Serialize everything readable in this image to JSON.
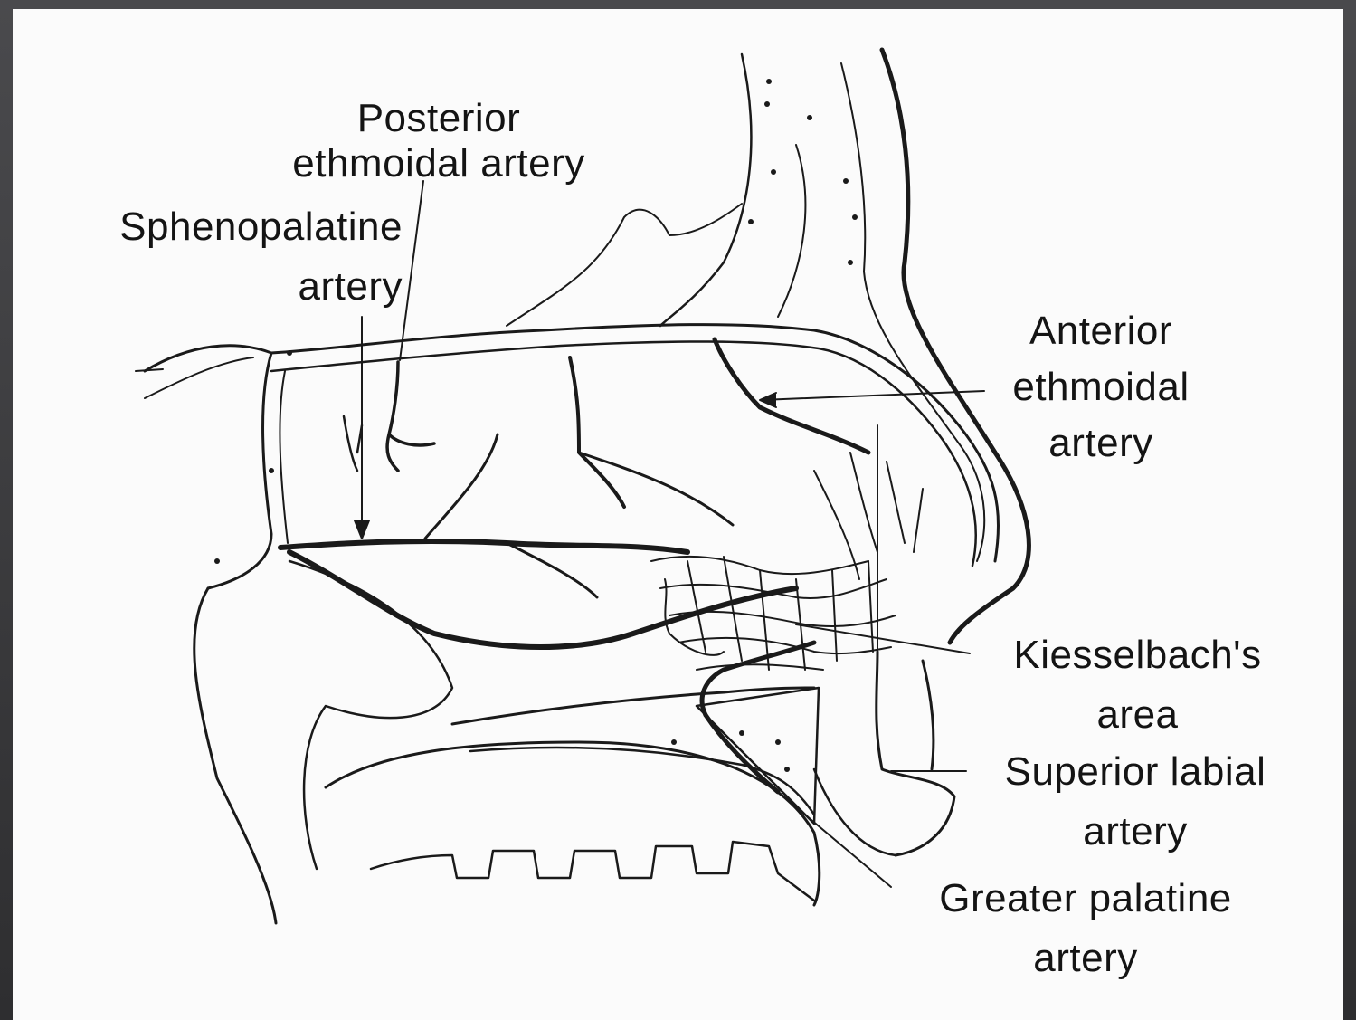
{
  "labels": {
    "posterior_ethmoidal": {
      "line1": "Posterior",
      "line2": "ethmoidal artery"
    },
    "sphenopalatine": {
      "line1": "Sphenopalatine",
      "line2": "artery"
    },
    "anterior_ethmoidal": {
      "line1": "Anterior",
      "line2": "ethmoidal",
      "line3": "artery"
    },
    "kiesselbach": {
      "line1": "Kiesselbach's",
      "line2": "area"
    },
    "superior_labial": {
      "line1": "Superior labial",
      "line2": "artery"
    },
    "greater_palatine": {
      "line1": "Greater palatine",
      "line2": "artery"
    }
  },
  "colors": {
    "ink": "#141414",
    "paper": "#fbfbfb",
    "frame": "#3a3a3c"
  }
}
